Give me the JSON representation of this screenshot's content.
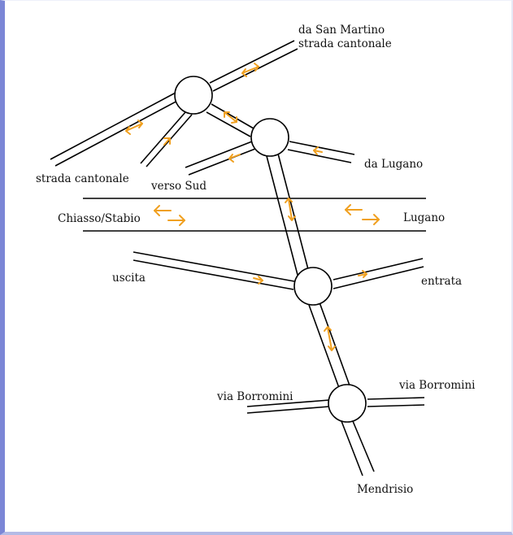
{
  "labels": {
    "da_san_martino": "da San Martino",
    "strada_cantonale_top": "strada cantonale",
    "strada_cantonale_left": "strada cantonale",
    "verso_sud": "verso Sud",
    "da_lugano": "da Lugano",
    "chiasso_stabio": "Chiasso/Stabio",
    "lugano": "Lugano",
    "uscita": "uscita",
    "entrata": "entrata",
    "via_borromini_left": "via Borromini",
    "via_borromini_right": "via Borromini",
    "mendrisio": "Mendrisio"
  },
  "colors": {
    "road": "#000000",
    "arrow": "#f0a020",
    "frame_accent": "#7b86d6"
  }
}
